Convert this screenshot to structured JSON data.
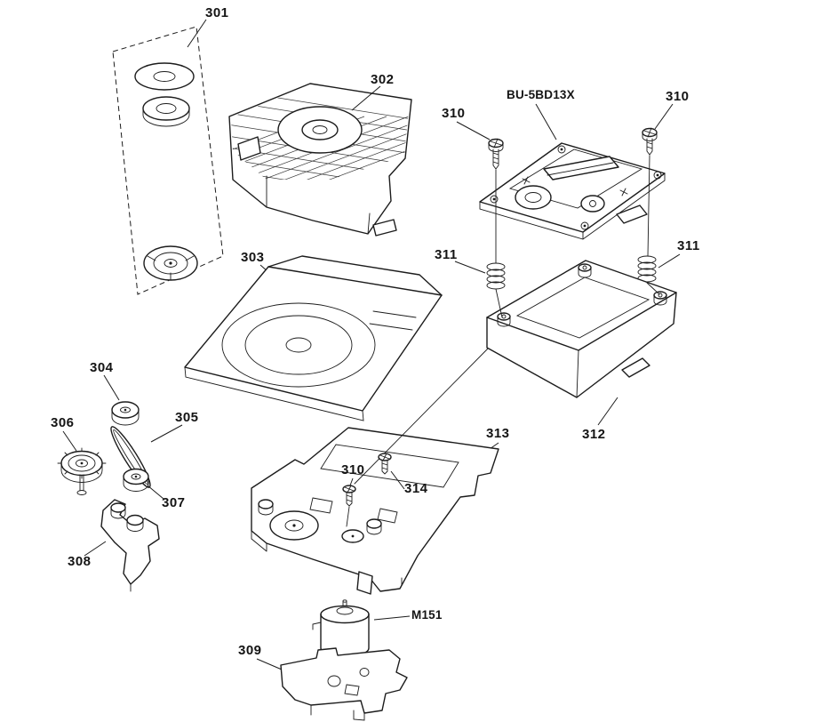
{
  "diagram": {
    "type": "exploded-parts-diagram",
    "background": "#ffffff",
    "line_color": "#1c1c1c",
    "labels": {
      "p301": "301",
      "p302": "302",
      "p303": "303",
      "p304": "304",
      "p305": "305",
      "p306": "306",
      "p307": "307",
      "p308": "308",
      "p309": "309",
      "p310_left": "310",
      "p310_right": "310",
      "p310_lower": "310",
      "p311_left": "311",
      "p311_right": "311",
      "p312": "312",
      "p313": "313",
      "p314": "314",
      "model": "BU-5BD13X",
      "motor": "M151"
    }
  }
}
